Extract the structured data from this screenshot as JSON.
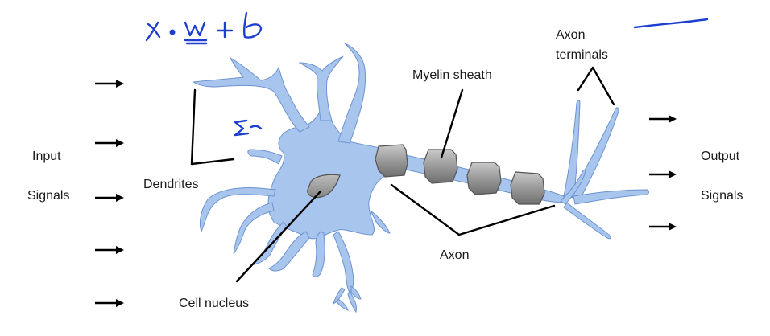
{
  "labels": {
    "input": "Input",
    "input_signals": "Signals",
    "dendrites": "Dendrites",
    "cell_nucleus": "Cell nucleus",
    "myelin_sheath": "Myelin sheath",
    "axon": "Axon",
    "axon_terminals_line1": "Axon",
    "axon_terminals_line2": "terminals",
    "output": "Output",
    "output_signals": "Signals"
  },
  "handwriting": {
    "formula": "x•w + b",
    "sum_symbol": "Σ"
  },
  "colors": {
    "neuron_fill": "#a8c5ee",
    "myelin_fill": "#9a9a9a",
    "ink_blue": "#1d3fd1",
    "leader_lines": "#000000"
  },
  "icons": {
    "input_arrows": [
      "arrow-right-icon",
      "arrow-right-icon",
      "arrow-right-icon",
      "arrow-right-icon",
      "arrow-right-icon"
    ],
    "output_arrows": [
      "arrow-right-icon",
      "arrow-right-icon",
      "arrow-right-icon"
    ]
  }
}
